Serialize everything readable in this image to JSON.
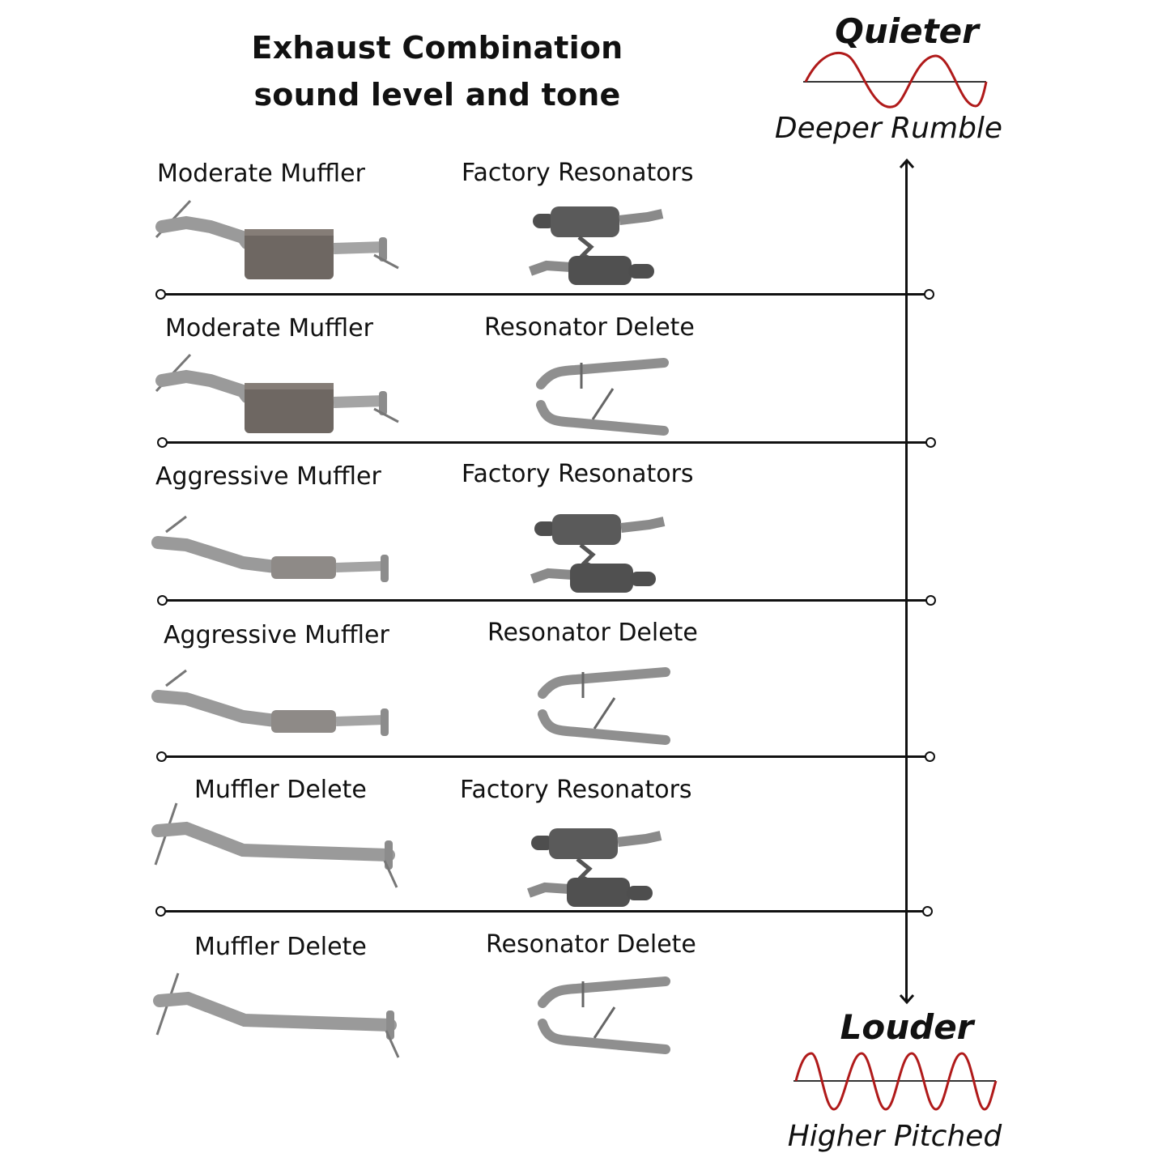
{
  "title": {
    "line1": "Exhaust Combination",
    "line2": "sound level and tone"
  },
  "scale": {
    "top": {
      "label": "Quieter",
      "sublabel": "Deeper Rumble",
      "wave": "low-frequency-sine-icon"
    },
    "bottom": {
      "label": "Louder",
      "sublabel": "Higher Pitched",
      "wave": "high-frequency-sine-icon"
    },
    "wave_color": "#b01a1a",
    "axis_color": "#111111"
  },
  "rows": [
    {
      "muffler": "Moderate Muffler",
      "resonator": "Factory Resonators"
    },
    {
      "muffler": "Moderate Muffler",
      "resonator": "Resonator Delete"
    },
    {
      "muffler": "Aggressive Muffler",
      "resonator": "Factory Resonators"
    },
    {
      "muffler": "Aggressive Muffler",
      "resonator": "Resonator Delete"
    },
    {
      "muffler": "Muffler Delete",
      "resonator": "Factory Resonators"
    },
    {
      "muffler": "Muffler Delete",
      "resonator": "Resonator Delete"
    }
  ]
}
